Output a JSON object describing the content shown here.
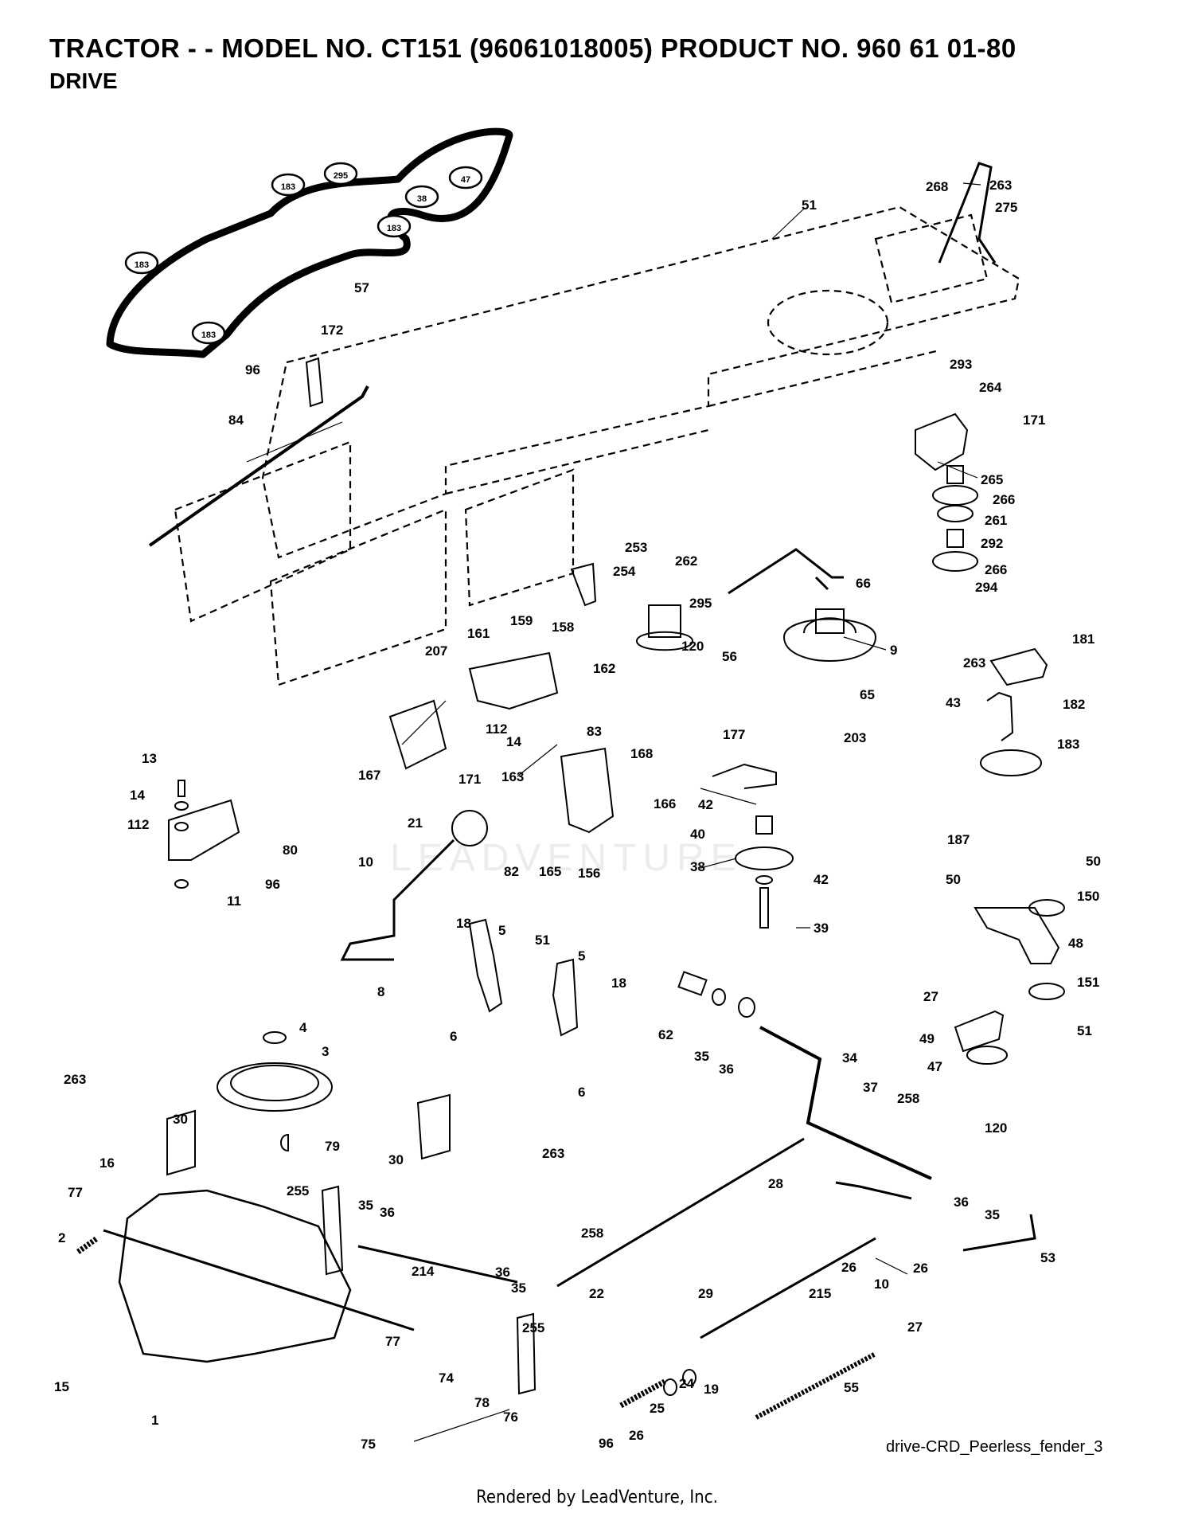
{
  "header": {
    "title": "TRACTOR - - MODEL NO. CT151 (96061018005) PRODUCT NO. 960 61 01-80",
    "subtitle": "DRIVE"
  },
  "watermark": "LEADVENTURE",
  "footer": {
    "diagram_ref": "drive-CRD_Peerless_fender_3",
    "rendered_by": "Rendered by LeadVenture, Inc."
  },
  "belt": {
    "part_number": "57",
    "pulley_tags": [
      "183",
      "295",
      "47",
      "38",
      "183",
      "183",
      "183"
    ]
  },
  "callouts": [
    {
      "id": "c263a",
      "text": "263"
    },
    {
      "id": "c268",
      "text": "268"
    },
    {
      "id": "c275",
      "text": "275"
    },
    {
      "id": "c51a",
      "text": "51"
    },
    {
      "id": "c172",
      "text": "172"
    },
    {
      "id": "c96a",
      "text": "96"
    },
    {
      "id": "c84",
      "text": "84"
    },
    {
      "id": "c293",
      "text": "293"
    },
    {
      "id": "c264",
      "text": "264"
    },
    {
      "id": "c171a",
      "text": "171"
    },
    {
      "id": "c265",
      "text": "265"
    },
    {
      "id": "c266a",
      "text": "266"
    },
    {
      "id": "c261",
      "text": "261"
    },
    {
      "id": "c292",
      "text": "292"
    },
    {
      "id": "c266b",
      "text": "266"
    },
    {
      "id": "c294",
      "text": "294"
    },
    {
      "id": "c253",
      "text": "253"
    },
    {
      "id": "c254",
      "text": "254"
    },
    {
      "id": "c262",
      "text": "262"
    },
    {
      "id": "c66",
      "text": "66"
    },
    {
      "id": "c295",
      "text": "295"
    },
    {
      "id": "c120a",
      "text": "120"
    },
    {
      "id": "c56",
      "text": "56"
    },
    {
      "id": "c9",
      "text": "9"
    },
    {
      "id": "c263b",
      "text": "263"
    },
    {
      "id": "c181",
      "text": "181"
    },
    {
      "id": "c159",
      "text": "159"
    },
    {
      "id": "c161",
      "text": "161"
    },
    {
      "id": "c158",
      "text": "158"
    },
    {
      "id": "c207",
      "text": "207"
    },
    {
      "id": "c162",
      "text": "162"
    },
    {
      "id": "c65",
      "text": "65"
    },
    {
      "id": "c43",
      "text": "43"
    },
    {
      "id": "c182",
      "text": "182"
    },
    {
      "id": "c112a",
      "text": "112"
    },
    {
      "id": "c14a",
      "text": "14"
    },
    {
      "id": "c203",
      "text": "203"
    },
    {
      "id": "c183",
      "text": "183"
    },
    {
      "id": "c83",
      "text": "83"
    },
    {
      "id": "c177",
      "text": "177"
    },
    {
      "id": "c167",
      "text": "167"
    },
    {
      "id": "c171b",
      "text": "171"
    },
    {
      "id": "c163",
      "text": "163"
    },
    {
      "id": "c168",
      "text": "168"
    },
    {
      "id": "c13",
      "text": "13"
    },
    {
      "id": "c42a",
      "text": "42"
    },
    {
      "id": "c166",
      "text": "166"
    },
    {
      "id": "c14b",
      "text": "14"
    },
    {
      "id": "c112b",
      "text": "112"
    },
    {
      "id": "c21",
      "text": "21"
    },
    {
      "id": "c40",
      "text": "40"
    },
    {
      "id": "c187",
      "text": "187"
    },
    {
      "id": "c80",
      "text": "80"
    },
    {
      "id": "c38",
      "text": "38"
    },
    {
      "id": "c82",
      "text": "82"
    },
    {
      "id": "c165",
      "text": "165"
    },
    {
      "id": "c156",
      "text": "156"
    },
    {
      "id": "c42b",
      "text": "42"
    },
    {
      "id": "c10a",
      "text": "10"
    },
    {
      "id": "c96b",
      "text": "96"
    },
    {
      "id": "c11",
      "text": "11"
    },
    {
      "id": "c50a",
      "text": "50"
    },
    {
      "id": "c50b",
      "text": "50"
    },
    {
      "id": "c150",
      "text": "150"
    },
    {
      "id": "c39",
      "text": "39"
    },
    {
      "id": "c18a",
      "text": "18"
    },
    {
      "id": "c5a",
      "text": "5"
    },
    {
      "id": "c51b",
      "text": "51"
    },
    {
      "id": "c5b",
      "text": "5"
    },
    {
      "id": "c48",
      "text": "48"
    },
    {
      "id": "c8",
      "text": "8"
    },
    {
      "id": "c18b",
      "text": "18"
    },
    {
      "id": "c27a",
      "text": "27"
    },
    {
      "id": "c151",
      "text": "151"
    },
    {
      "id": "c6a",
      "text": "6"
    },
    {
      "id": "c62",
      "text": "62"
    },
    {
      "id": "c4",
      "text": "4"
    },
    {
      "id": "c49",
      "text": "49"
    },
    {
      "id": "c51c",
      "text": "51"
    },
    {
      "id": "c3",
      "text": "3"
    },
    {
      "id": "c35a",
      "text": "35"
    },
    {
      "id": "c36a",
      "text": "36"
    },
    {
      "id": "c34",
      "text": "34"
    },
    {
      "id": "c47",
      "text": "47"
    },
    {
      "id": "c263c",
      "text": "263"
    },
    {
      "id": "c30a",
      "text": "30"
    },
    {
      "id": "c6b",
      "text": "6"
    },
    {
      "id": "c37",
      "text": "37"
    },
    {
      "id": "c120b",
      "text": "120"
    },
    {
      "id": "c16",
      "text": "16"
    },
    {
      "id": "c258a",
      "text": "258"
    },
    {
      "id": "c79",
      "text": "79"
    },
    {
      "id": "c263d",
      "text": "263"
    },
    {
      "id": "c30b",
      "text": "30"
    },
    {
      "id": "c36b",
      "text": "36"
    },
    {
      "id": "c28",
      "text": "28"
    },
    {
      "id": "c35b",
      "text": "35"
    },
    {
      "id": "c77a",
      "text": "77"
    },
    {
      "id": "c255a",
      "text": "255"
    },
    {
      "id": "c35c",
      "text": "35"
    },
    {
      "id": "c36c",
      "text": "36"
    },
    {
      "id": "c2",
      "text": "2"
    },
    {
      "id": "c258b",
      "text": "258"
    },
    {
      "id": "c26a",
      "text": "26"
    },
    {
      "id": "c10b",
      "text": "10"
    },
    {
      "id": "c26b",
      "text": "26"
    },
    {
      "id": "c53",
      "text": "53"
    },
    {
      "id": "c214",
      "text": "214"
    },
    {
      "id": "c36d",
      "text": "36"
    },
    {
      "id": "c35d",
      "text": "35"
    },
    {
      "id": "c22",
      "text": "22"
    },
    {
      "id": "c29",
      "text": "29"
    },
    {
      "id": "c215",
      "text": "215"
    },
    {
      "id": "c255b",
      "text": "255"
    },
    {
      "id": "c27b",
      "text": "27"
    },
    {
      "id": "c77b",
      "text": "77"
    },
    {
      "id": "c15",
      "text": "15"
    },
    {
      "id": "c74",
      "text": "74"
    },
    {
      "id": "c24",
      "text": "24"
    },
    {
      "id": "c19",
      "text": "19"
    },
    {
      "id": "c55",
      "text": "55"
    },
    {
      "id": "c78",
      "text": "78"
    },
    {
      "id": "c25",
      "text": "25"
    },
    {
      "id": "c1",
      "text": "1"
    },
    {
      "id": "c76",
      "text": "76"
    },
    {
      "id": "c75",
      "text": "75"
    },
    {
      "id": "c26c",
      "text": "26"
    },
    {
      "id": "c96c",
      "text": "96"
    }
  ]
}
